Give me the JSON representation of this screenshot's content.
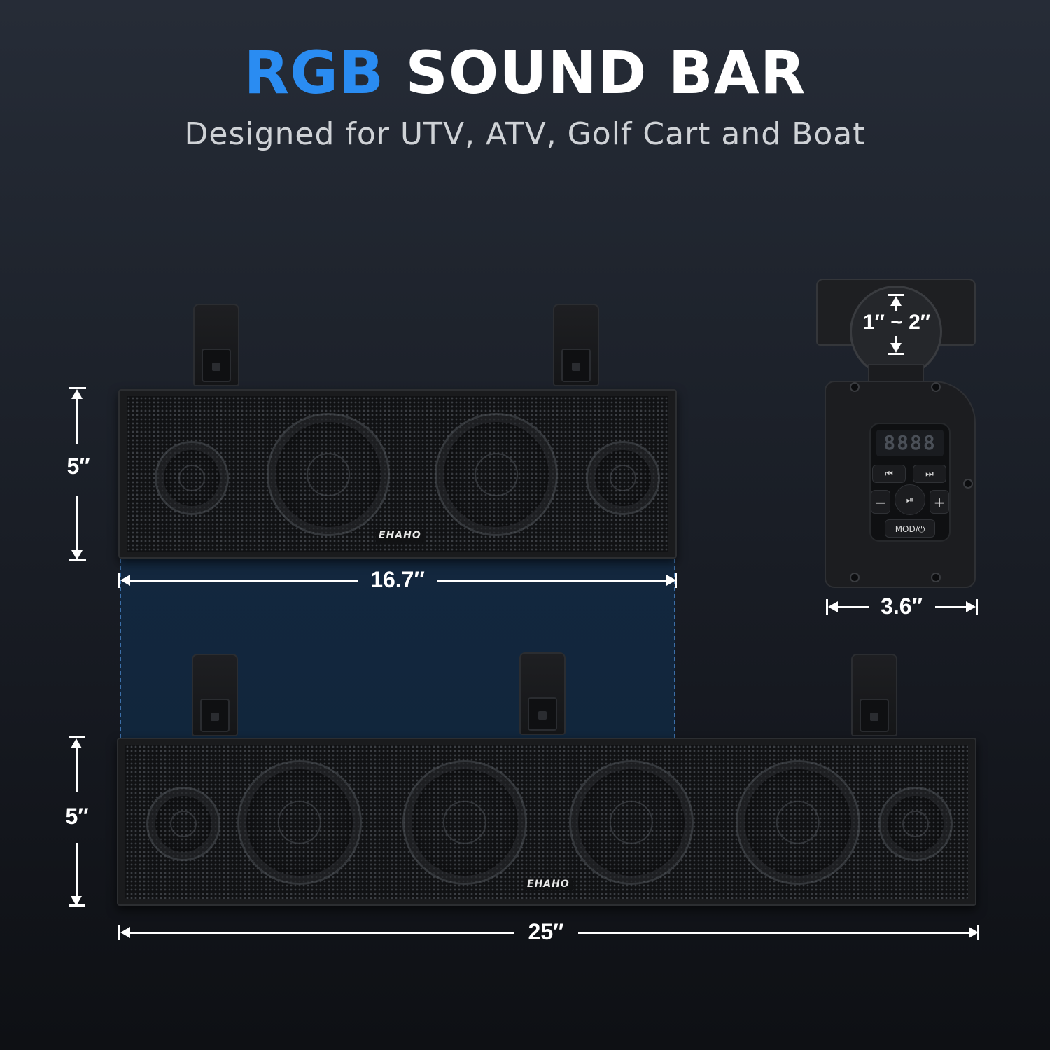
{
  "headline": {
    "accent": "RGB",
    "rest": "SOUND BAR"
  },
  "subtitle": "Designed for UTV, ATV, Golf Cart and Boat",
  "colors": {
    "accent": "#2a8cf2",
    "background": "#1d222b",
    "overlap": "#11263c"
  },
  "small_bar": {
    "logo": "EHAHO",
    "height_label": "5″",
    "width_label": "16.7″"
  },
  "large_bar": {
    "logo": "EHAHO",
    "height_label": "5″",
    "width_label": "25″"
  },
  "control_unit": {
    "clamp_range": "1″ ~ 2″",
    "width_label": "3.6″",
    "display_text": "8888",
    "buttons": {
      "prev": "⏮",
      "next": "⏭",
      "minus": "−",
      "play_pause": "⏯",
      "plus": "+",
      "mode": "MOD/⏻"
    }
  }
}
